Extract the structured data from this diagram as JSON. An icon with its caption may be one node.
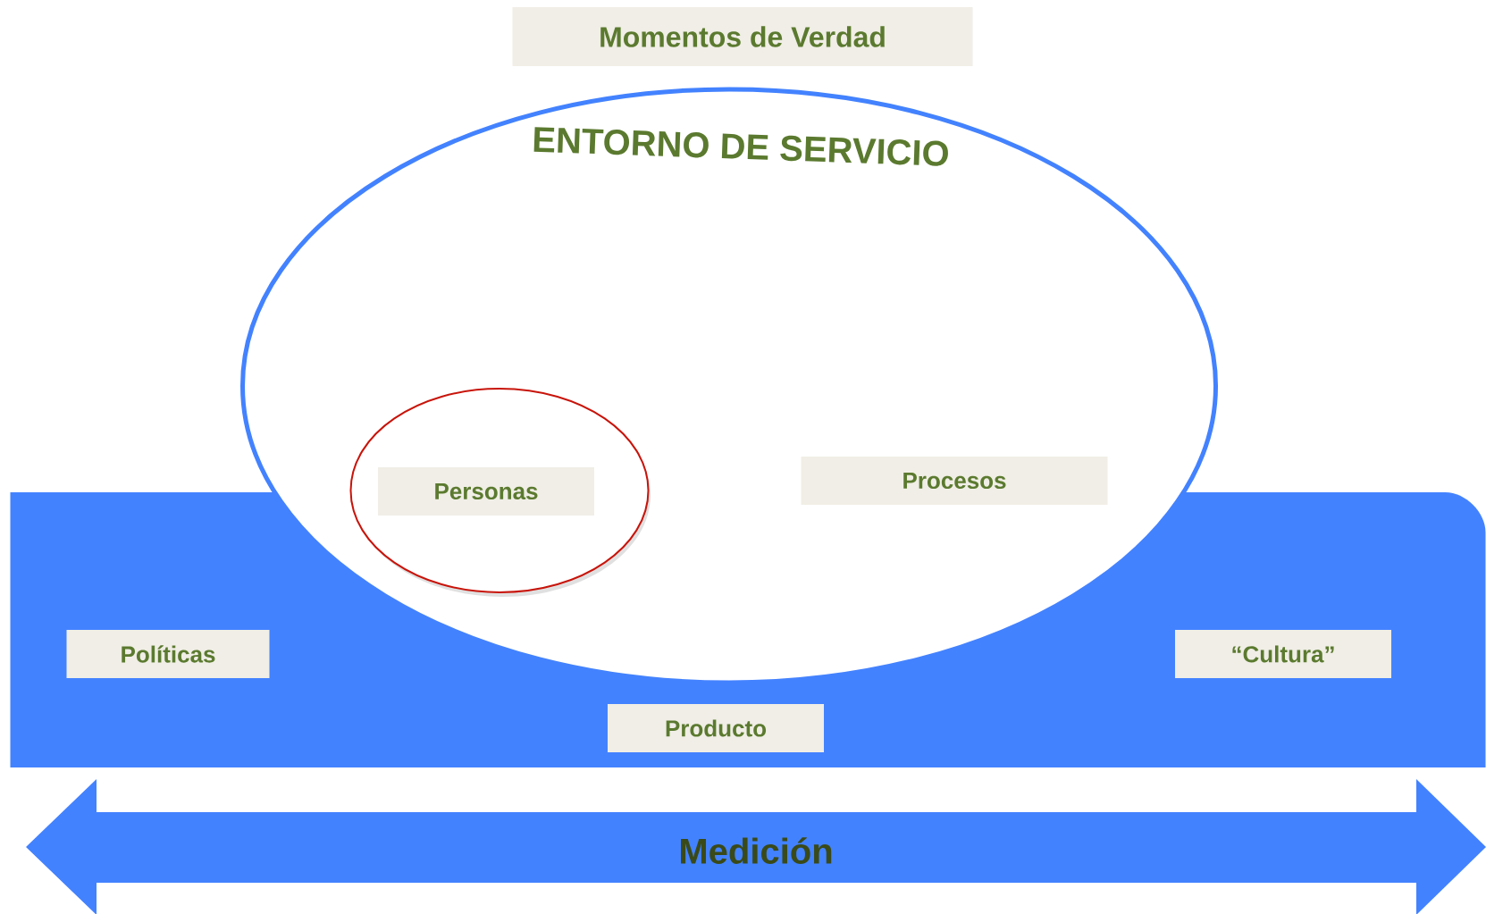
{
  "diagram": {
    "nodes": [
      {
        "text": [
          "Momentos de Verdad"
        ]
      },
      {
        "text": [
          "ENTORNO DE SERVICIO"
        ]
      },
      {
        "text": [],
        "shape": "circle",
        "in": 1
      },
      {
        "text": [
          "Personas"
        ],
        "in": 2
      },
      {
        "text": [
          "Procesos"
        ],
        "in": 1
      },
      {
        "text": [],
        "shape": "box"
      },
      {
        "text": [
          "Políticas"
        ],
        "in": 5
      },
      {
        "text": [
          "“Cultura”"
        ],
        "in": 5
      },
      {
        "text": [
          "Producto"
        ],
        "in": 5
      },
      {
        "text": [
          "Medición"
        ]
      }
    ]
  }
}
